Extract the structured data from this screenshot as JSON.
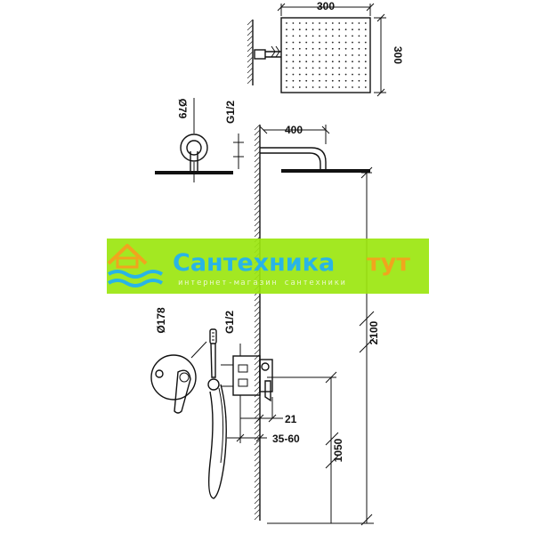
{
  "dimensions": {
    "showerhead_width": "300",
    "showerhead_depth": "300",
    "wall_flange_diameter": "Ø79",
    "arm_thread": "G1/2",
    "arm_length": "400",
    "shower_height": "2100",
    "mixer_plate_diameter": "Ø178",
    "hand_shower_thread": "G1/2",
    "plate_offset": "21",
    "wall_depth": "35-60",
    "mixer_height": "1050"
  },
  "watermark": {
    "brand_part1": "Сантехника",
    "brand_part2": "тут",
    "tagline": "интернет-магазин сантехники",
    "colors": {
      "band": "#9be60f",
      "brand_part1": "#29b4e6",
      "brand_part2": "#f0a51e",
      "tagline": "#e8f7c8"
    }
  }
}
